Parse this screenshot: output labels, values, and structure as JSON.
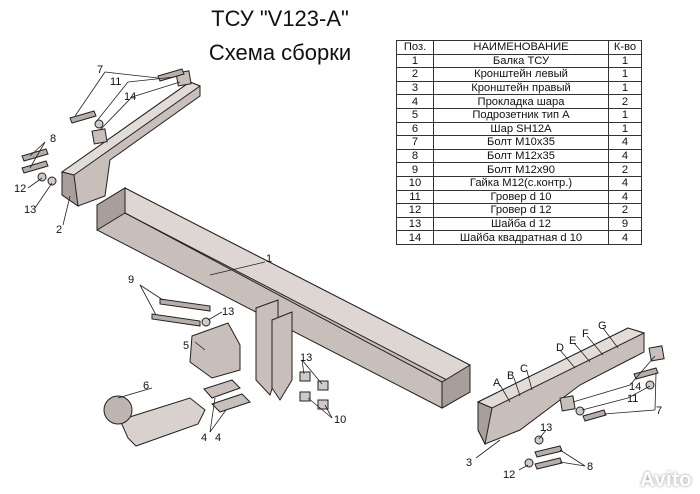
{
  "title": {
    "line1": "ТСУ \"V123-A\"",
    "line2": "Схема сборки"
  },
  "table": {
    "headers": [
      "Поз.",
      "НАИМЕНОВАНИЕ",
      "К-во"
    ],
    "rows": [
      [
        "1",
        "Балка ТСУ",
        "1"
      ],
      [
        "2",
        "Кронштейн левый",
        "1"
      ],
      [
        "3",
        "Кронштейн правый",
        "1"
      ],
      [
        "4",
        "Прокладка шара",
        "2"
      ],
      [
        "5",
        "Подрозетник тип А",
        "1"
      ],
      [
        "6",
        "Шар SH12A",
        "1"
      ],
      [
        "7",
        "Болт М10х35",
        "4"
      ],
      [
        "8",
        "Болт М12х35",
        "4"
      ],
      [
        "9",
        "Болт М12х90",
        "2"
      ],
      [
        "10",
        "Гайка М12(с.контр.)",
        "4"
      ],
      [
        "11",
        "Гровер d 10",
        "4"
      ],
      [
        "12",
        "Гровер d 12",
        "2"
      ],
      [
        "13",
        "Шайба d 12",
        "9"
      ],
      [
        "14",
        "Шайба квадратная d 10",
        "4"
      ]
    ]
  },
  "callouts": {
    "n1": "1",
    "n2": "2",
    "n3": "3",
    "n4a": "4",
    "n4b": "4",
    "n5": "5",
    "n6": "6",
    "n7a": "7",
    "n7b": "7",
    "n8a": "8",
    "n8b": "8",
    "n9": "9",
    "n10": "10",
    "n11a": "11",
    "n11b": "11",
    "n12a": "12",
    "n12b": "12",
    "n13a": "13",
    "n13b": "13",
    "n13c": "13",
    "n13d": "13",
    "n14a": "14",
    "n14b": "14",
    "A": "A",
    "B": "B",
    "C": "C",
    "D": "D",
    "E": "E",
    "F": "F",
    "G": "G"
  },
  "watermark": "Avito",
  "colors": {
    "metal": "#c8bfba",
    "metal_dark": "#9a908b",
    "ink": "#222222"
  }
}
